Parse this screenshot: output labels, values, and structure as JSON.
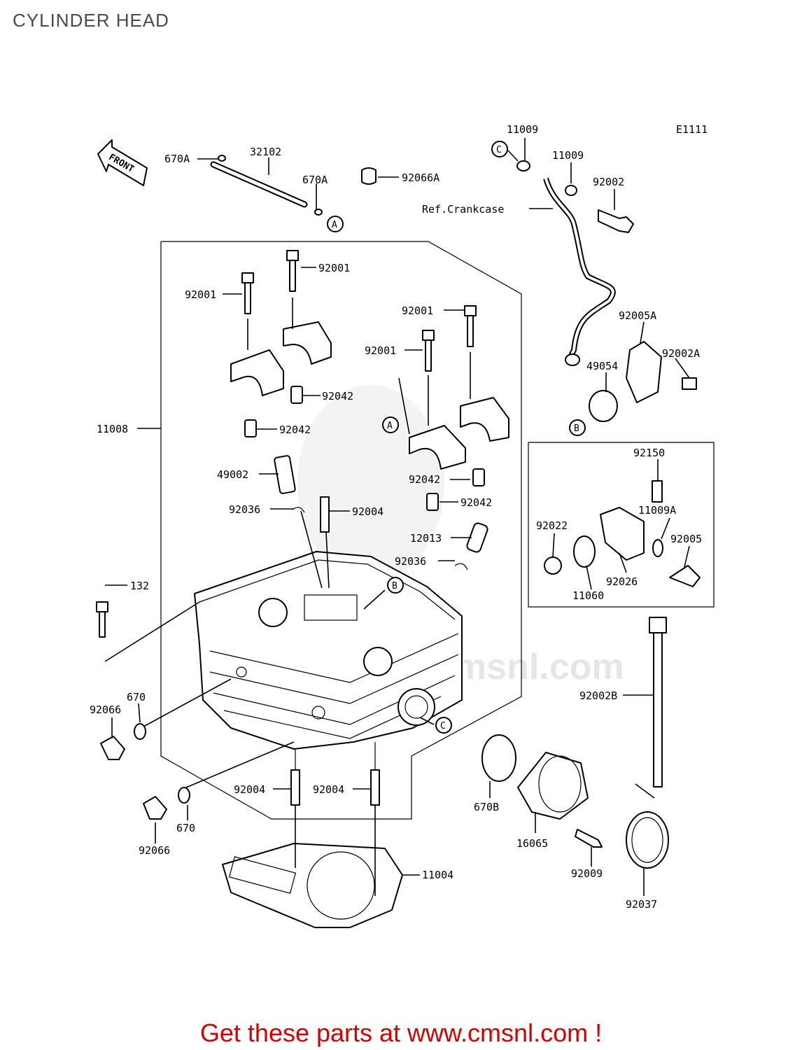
{
  "page": {
    "title": "CYLINDER HEAD",
    "footer": "Get these parts at www.cmsnl.com !"
  },
  "diagram": {
    "code": "E1111",
    "front_label": "FRONT",
    "ref_note": "Ref.Crankcase",
    "watermark": "cmsnl.com",
    "refs": {
      "a": "A",
      "b": "B",
      "c": "C"
    },
    "parts": [
      "670A",
      "32102",
      "670A",
      "92066A",
      "11009",
      "11009",
      "92002",
      "92001",
      "92001",
      "92001",
      "92001",
      "92005A",
      "92002A",
      "49054",
      "11008",
      "92042",
      "92042",
      "92042",
      "92042",
      "49002",
      "92036",
      "92004",
      "12013",
      "92036",
      "92150",
      "11009A",
      "92022",
      "92005",
      "92026",
      "11060",
      "132",
      "92002B",
      "92066",
      "670",
      "92066",
      "670",
      "92004",
      "92004",
      "670B",
      "16065",
      "92009",
      "92037",
      "11004"
    ]
  },
  "colors": {
    "footer": "#d40000",
    "title": "#4a4a4a"
  }
}
